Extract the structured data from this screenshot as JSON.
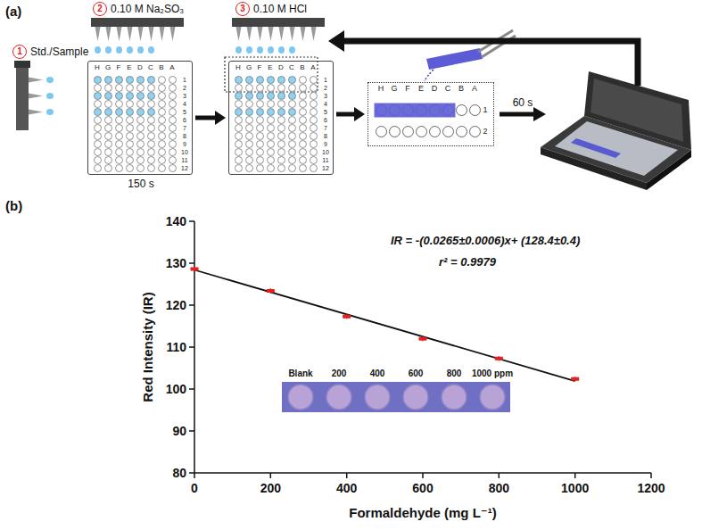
{
  "diagram": {
    "nodes": [
      {
        "text": [
          "1",
          "Std./Sample"
        ]
      },
      {
        "text": [
          "2",
          "0.10 M Na₂SO₃"
        ]
      },
      {
        "text": [
          "H",
          "G",
          "F",
          "E",
          "D",
          "C",
          "B",
          "A",
          "1",
          "2",
          "3",
          "4",
          "5",
          "6",
          "7",
          "8",
          "9",
          "10",
          "11",
          "12",
          "150 s"
        ]
      },
      {
        "text": [
          "3",
          "0.10 M HCl"
        ]
      },
      {
        "text": [
          "H",
          "G",
          "F",
          "E",
          "D",
          "C",
          "B",
          "A",
          "1",
          "2",
          "3",
          "4",
          "5",
          "6",
          "7",
          "8",
          "9",
          "10",
          "11",
          "12"
        ]
      },
      {
        "text": [
          "H",
          "G",
          "F",
          "E",
          "D",
          "C",
          "B",
          "A",
          "1",
          "2"
        ]
      }
    ],
    "edges": [
      {
        "from": 2,
        "to": 4,
        "arrow": "to"
      },
      {
        "from": 4,
        "to": 5,
        "arrow": "to"
      }
    ],
    "labels": [
      "(a)",
      "(b)",
      "60 s",
      "IR = -(0.0265±0.0006)x+ (128.4±0.4)",
      "r² = 0.9979",
      "Red Intensity (IR)",
      "Formaldehyde (mg L⁻¹)",
      "140",
      "130",
      "120",
      "110",
      "100",
      "90",
      "80",
      "0",
      "200",
      "400",
      "600",
      "800",
      "1000",
      "1200",
      "Blank",
      "200",
      "400",
      "600",
      "800",
      "1000 ppm"
    ]
  }
}
